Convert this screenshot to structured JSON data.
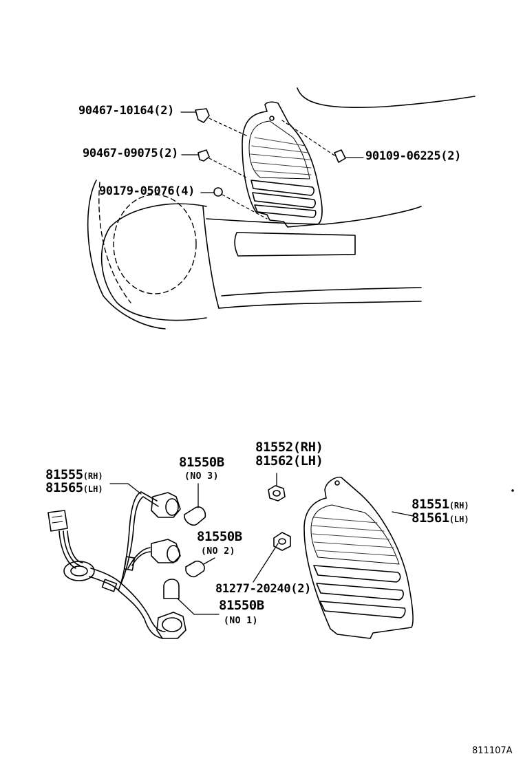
{
  "callouts": {
    "upper": {
      "bolt_a": "90467-10164(2)",
      "clip_b": "90467-09075(2)",
      "nut_c": "90179-05076(4)",
      "screw_d": "90109-06225(2)"
    },
    "lower": {
      "socket_wire_1": "81555",
      "socket_wire_1_sfx": "(RH)",
      "socket_wire_2": "81565",
      "socket_wire_2_sfx": "(LH)",
      "bulb_3": "81550B",
      "bulb_3_note": "(NO 3)",
      "bulb_2": "81550B",
      "bulb_2_note": "(NO 2)",
      "bulb_1": "81550B",
      "bulb_1_note": "(NO 1)",
      "gasket_rh": "81552(RH)",
      "gasket_lh": "81562(LH)",
      "grommet": "81277-20240(2)",
      "lamp_1": "81551",
      "lamp_1_sfx": "(RH)",
      "lamp_2": "81561",
      "lamp_2_sfx": "(LH)"
    }
  },
  "figure_ref": "811107A"
}
